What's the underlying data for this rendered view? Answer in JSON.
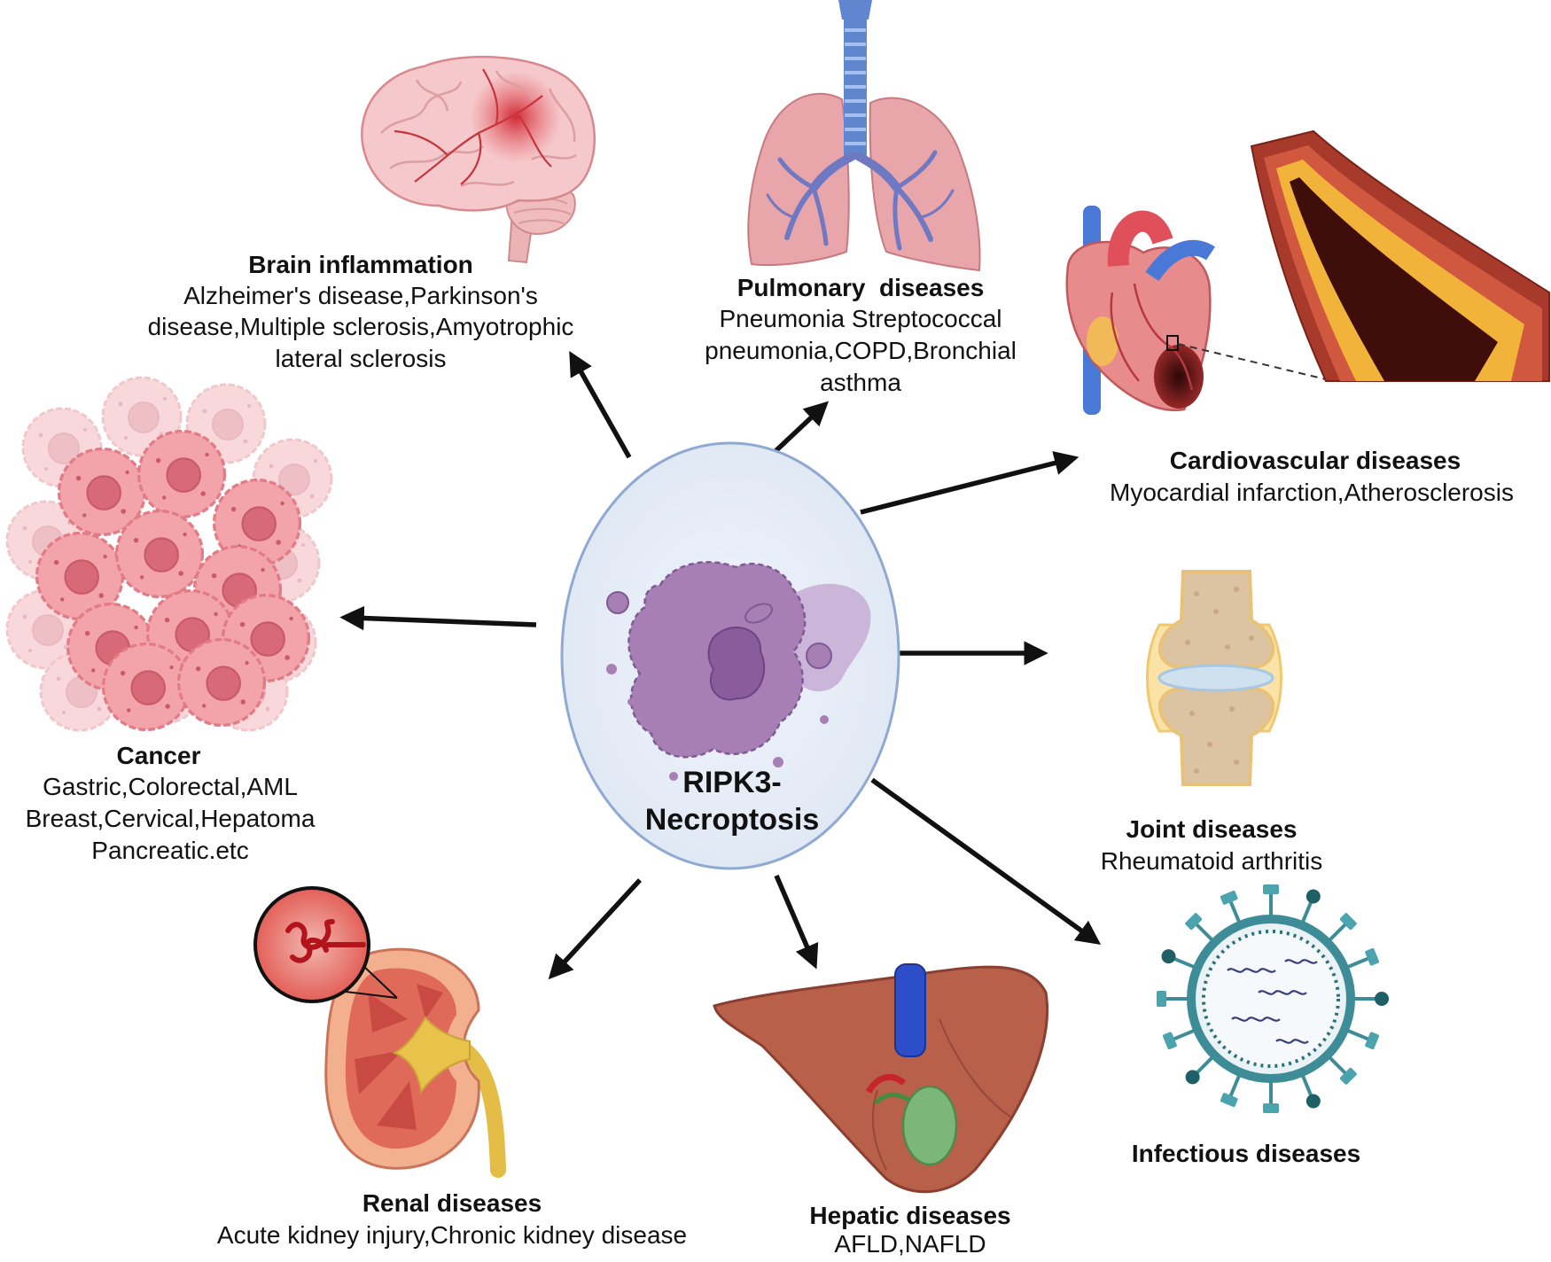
{
  "center": {
    "line1": "RIPK3-",
    "line2": "Necroptosis"
  },
  "nodes": {
    "brain": {
      "title": "Brain inflammation",
      "lines": [
        "Alzheimer's disease,Parkinson's",
        "disease,Multiple sclerosis,Amyotrophic",
        "lateral sclerosis"
      ]
    },
    "pulmonary": {
      "title": "Pulmonary  diseases",
      "lines": [
        "Pneumonia Streptococcal",
        "pneumonia,COPD,Bronchial",
        "asthma"
      ]
    },
    "cardiovascular": {
      "title": "Cardiovascular diseases",
      "lines": [
        "Myocardial infarction,Atherosclerosis"
      ]
    },
    "cancer": {
      "title": "Cancer",
      "lines": [
        "Gastric,Colorectal,AML",
        "Breast,Cervical,Hepatoma",
        "Pancreatic.etc"
      ]
    },
    "joint": {
      "title": "Joint diseases",
      "lines": [
        "Rheumatoid arthritis"
      ]
    },
    "infectious": {
      "title": "Infectious diseases"
    },
    "renal": {
      "title": "Renal diseases",
      "lines": [
        "Acute kidney injury,Chronic kidney disease"
      ]
    },
    "hepatic": {
      "title": "Hepatic diseases",
      "lines": [
        "AFLD,NAFLD"
      ]
    }
  },
  "colors": {
    "center_fill": "#e6edf7",
    "center_stroke": "#8fa9d3",
    "cell": "#a77fb5",
    "arrow": "#111111"
  }
}
